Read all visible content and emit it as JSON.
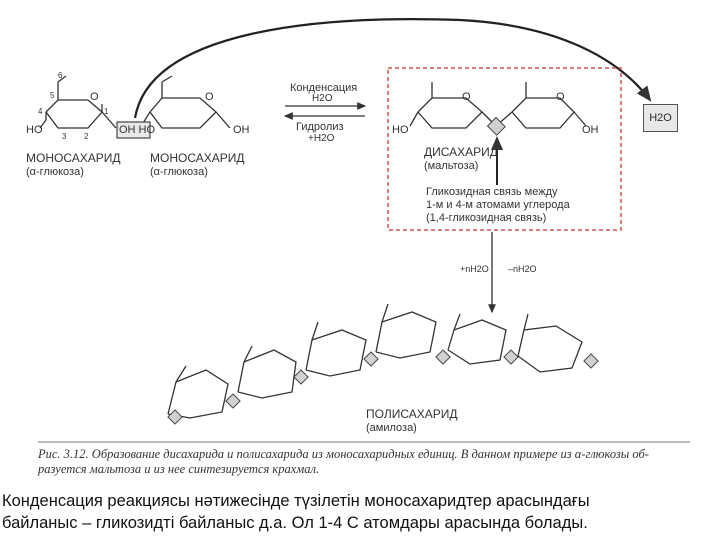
{
  "reaction": {
    "condensation_label": "Конденсация",
    "condensation_sub": "H2O",
    "hydrolysis_label": "Гидролиз",
    "hydrolysis_sub": "+H2O",
    "water_box": "H2O"
  },
  "monosaccharide_left": {
    "title": "МОНОСАХАРИД",
    "subtitle": "(α-глюкоза)"
  },
  "monosaccharide_right": {
    "title": "МОНОСАХАРИД",
    "subtitle": "(α-глюкоза)"
  },
  "disaccharide": {
    "title": "ДИСАХАРИД",
    "subtitle": "(мальтоза)"
  },
  "bond_note": [
    "Гликозидная связь между",
    "1-м и 4-м атомами углерода",
    "(1,4-гликозидная связь)"
  ],
  "polymerization": {
    "left": "+nH2O",
    "right": "–nH2O"
  },
  "polysaccharide": {
    "title": "ПОЛИСАХАРИД",
    "subtitle": "(амилоза)"
  },
  "atoms": {
    "ho": "HO",
    "oh": "OH",
    "oh_ho": "OH HO",
    "o": "O"
  },
  "carbon_numbers": [
    "1",
    "2",
    "3",
    "4",
    "5",
    "6"
  ],
  "caption": {
    "line1": "Рис. 3.12. Образование дисахарида и полисахарида из моносахаридных единиц. В данном примере из α-глюкозы об-",
    "line2": "разуется мальтоза и из нее синтезируется крахмал."
  },
  "bottom_text": {
    "line1": "Конденсация реакциясы нәтижесінде түзілетін моносахаридтер арасындағы",
    "line2": "байланыс – гликозидті байланыс д.а. Ол 1-4 С атомдары арасында болады."
  },
  "colors": {
    "dashed_box": "#d9534f",
    "lines": "#333333"
  }
}
